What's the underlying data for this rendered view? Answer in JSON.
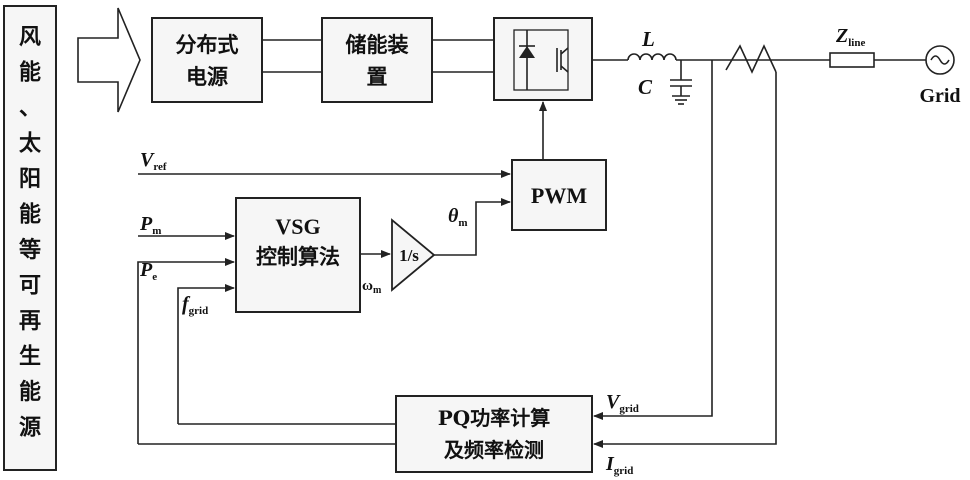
{
  "side_label": "风能、太阳能等可再生能源",
  "blocks": {
    "distributed_source": [
      "分布式",
      "电源"
    ],
    "storage": [
      "储能装",
      "置"
    ],
    "pwm": "PWM",
    "vsg": [
      "VSG",
      "控制算法"
    ],
    "integrator": "1/s",
    "pq_calc": [
      "PQ功率计算",
      "及频率检测"
    ]
  },
  "signals": {
    "v_ref": {
      "main": "V",
      "sub": "ref"
    },
    "p_m": {
      "main": "P",
      "sub": "m"
    },
    "p_e": {
      "main": "P",
      "sub": "e"
    },
    "f_grid": {
      "main": "f",
      "sub": "grid"
    },
    "theta_m": {
      "main": "θ",
      "sub": "m"
    },
    "omega_m": {
      "main": "ω",
      "sub": "m"
    },
    "v_grid": {
      "main": "V",
      "sub": "grid"
    },
    "i_grid": {
      "main": "I",
      "sub": "grid"
    }
  },
  "components": {
    "inductor": "L",
    "capacitor": "C",
    "line_impedance": {
      "main": "Z",
      "sub": "line"
    },
    "grid": "Grid"
  }
}
